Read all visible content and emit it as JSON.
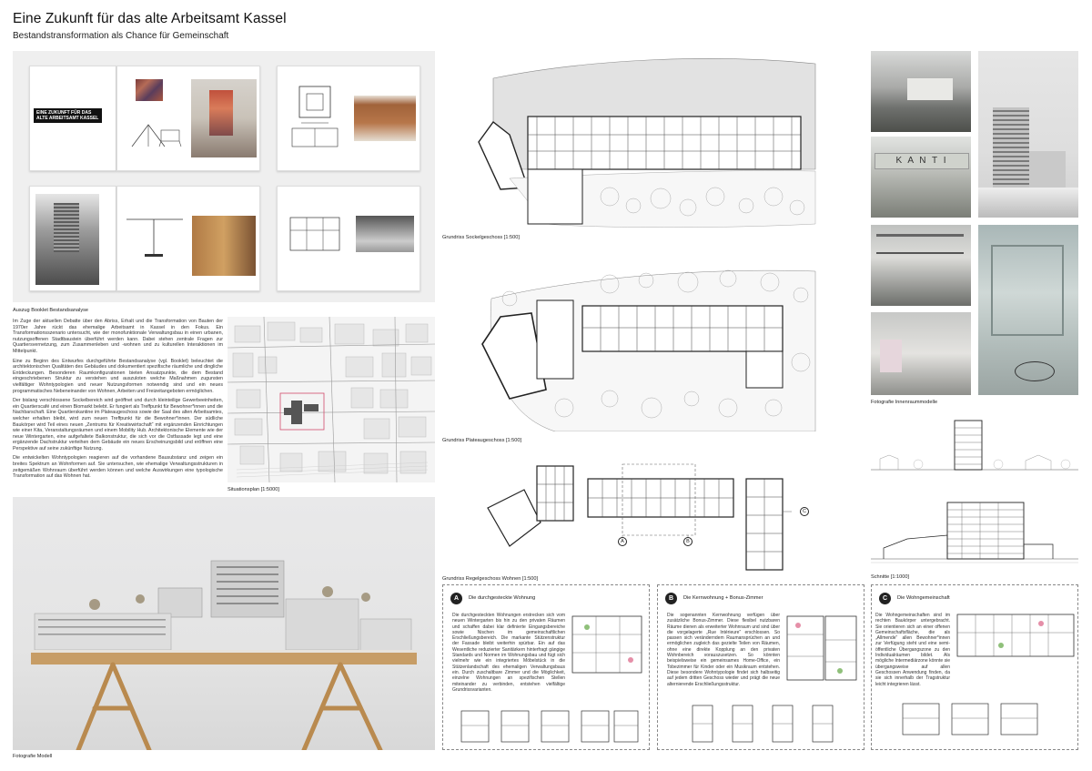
{
  "header": {
    "title": "Eine Zukunft für das alte Arbeitsamt Kassel",
    "subtitle": "Bestandstransformation als Chance für Gemeinschaft"
  },
  "booklet": {
    "cover_lines": [
      "EINE ZUKUNFT FÜR DAS",
      "ALTE ARBEITSAMT KASSEL"
    ],
    "caption": "Auszug Booklet Bestandsanalyse"
  },
  "text": {
    "p1": "Im Zuge der aktuellen Debatte über den Abriss, Erhalt und die Transformation von Bauten der 1970er Jahre rückt das ehemalige Arbeitsamt in Kassel in den Fokus. Ein Transformationsszenario untersucht, wie der monofunktionale Verwaltungsbau in einen urbanen, nutzungsoffenen Stadtbaustein überführt werden kann. Dabei stehen zentrale Fragen zur Quartiersvernetzung, zum Zusammenleben und -wohnen und zu kulturellen Interaktionen im Mittelpunkt.",
    "p2": "Eine zu Beginn des Entwurfes durchgeführte Bestandsanalyse (vgl. Booklet) beleuchtet die architektonischen Qualitäten des Gebäudes und dokumentiert spezifische räumliche und dingliche Entdeckungen. Besonderen Raumkonfigurationen bieten Ansatzpunkte, die dem Bestand eingeschriebenen Struktur zu verstehen und auszuloten welche Maßnahmen zugunsten vielfältiger Wohntypologien und neuer Nutzungsformen notwendig sind und ein neues programmatisches Nebeneinander von Wohnen, Arbeiten und Freizeitangeboten ermöglichen.",
    "p3": "Der bislang verschlossene Sockelbereich wird geöffnet und durch kleinteilige Gewerbeeinheiten, ein Quartierscafé und einen Biomarkt belebt. Er fungiert als Treffpunkt für Bewohner*innen und die Nachbarschaft. Eine Quartierskantine im Plateaugeschoss sowie der Saal des alten Arbeitsamtes, welcher erhalten bleibt, wird zum neuen Treffpunkt für die Bewohner*innen. Der südliche Baukörper wird Teil eines neuen „Zentrums für Kreativwirtschaft“ mit ergänzenden Einrichtungen wie einer Kita, Veranstaltungsräumen und einem Mobility Hub. Architektonische Elemente wie der neue Wintergarten, eine aufgefaltete Balkonstruktur, die sich vor die Ostfassade legt und eine ergänzende Dachstruktur verleihen dem Gebäude ein neues Erscheinungsbild und eröffnen eine Perspektive auf seine zukünftige Nutzung.",
    "p4": "Die entwickelten Wohntypologien reagieren auf die vorhandene Bausubstanz und zeigen ein breites Spektrum an Wohnformen auf. Sie untersuchen, wie ehemalige Verwaltungsstrukturen in zeitgemäßen Wohnraum überführt werden können und welche Auswirkungen eine typologische Transformation auf das Wohnen hat."
  },
  "captions": {
    "situationsplan": "Situationsplan [1:5000]",
    "modell": "Fotografie Modell",
    "sockel": "Grundriss Sockelgeschoss [1:500]",
    "plateau": "Grundriss Plateaugeschoss [1:500]",
    "regel": "Grundriss Regelgeschoss Wohnen [1:500]",
    "innenraum": "Fotografie Innenraummodelle",
    "schnitte": "Schnitte [1:1000]"
  },
  "markers": [
    "A",
    "B",
    "C"
  ],
  "photo_sign": "K A N T I",
  "typologies": [
    {
      "letter": "A",
      "title": "Die durchgesteckte Wohnung",
      "body": "Die durchgesteckten Wohnungen erstrecken sich vom neuen Wintergarten bis hin zu den privaten Räumen und schaffen dabei klar definierte Eingangsbereiche sowie Nischen im gemeinschaftlichen Erschließungsbereich. Die markante Stützenstruktur der Fassade bleibt weiterhin spürbar. Ein auf das Wesentliche reduzierter Sanitärkern hinterfragt gängige Standards und Normen im Wohnungsbau und fügt sich vielmehr wie ein integriertes Möbelstück in die Stützenlandschaft des ehemaligen Verwaltungsbaus ein. Durch zuschaltbare Zimmer und die Möglichkeit, einzelne Wohnungen an spezifischen Stellen miteinander zu verbinden, entstehen vielfältige Grundrissvarianten."
    },
    {
      "letter": "B",
      "title": "Die Kernwohnung + Bonus-Zimmer",
      "body": "Die sogenannten Kernwohnung verfügen über zusätzliche Bonus-Zimmer. Diese flexibel nutzbaren Räume dienen als erweiterter Wohnraum und sind über die vorgelagerte „Rue Intérieure“ erschlossen. So passen sich veränderndem Raumansprüchen an und ermöglichen zugleich das gezielte Teilen von Räumen, ohne eine direkte Kopplung an den privaten Wohnbereich vorauszusetzen. So könnten beispielsweise ein gemeinsames Home-Office, ein Tobezimmer für Kinder oder ein Musikraum entstehen. Diese besondere Wohntypologie findet sich halbseitig auf jedem dritten Geschoss wieder und prägt die neue alternierende Erschließungsstruktur."
    },
    {
      "letter": "C",
      "title": "Die Wohngemeinschaft",
      "body": "Die Wohngemeinschaften sind im rechten Baukörper untergebracht. Sie orientieren sich an einer offenen Gemeinschaftsfläche, die als „Allmende“ allen Bewohner*innen zur Verfügung steht und eine semi-öffentliche Übergangszone zu den Individualräumen bildet. Als mögliche Intermediärzone könnte sie übergangsweise auf allen Geschossen Anwendung finden, da sie sich innerhalb der Tragstruktur leicht integrieren lässt."
    }
  ]
}
